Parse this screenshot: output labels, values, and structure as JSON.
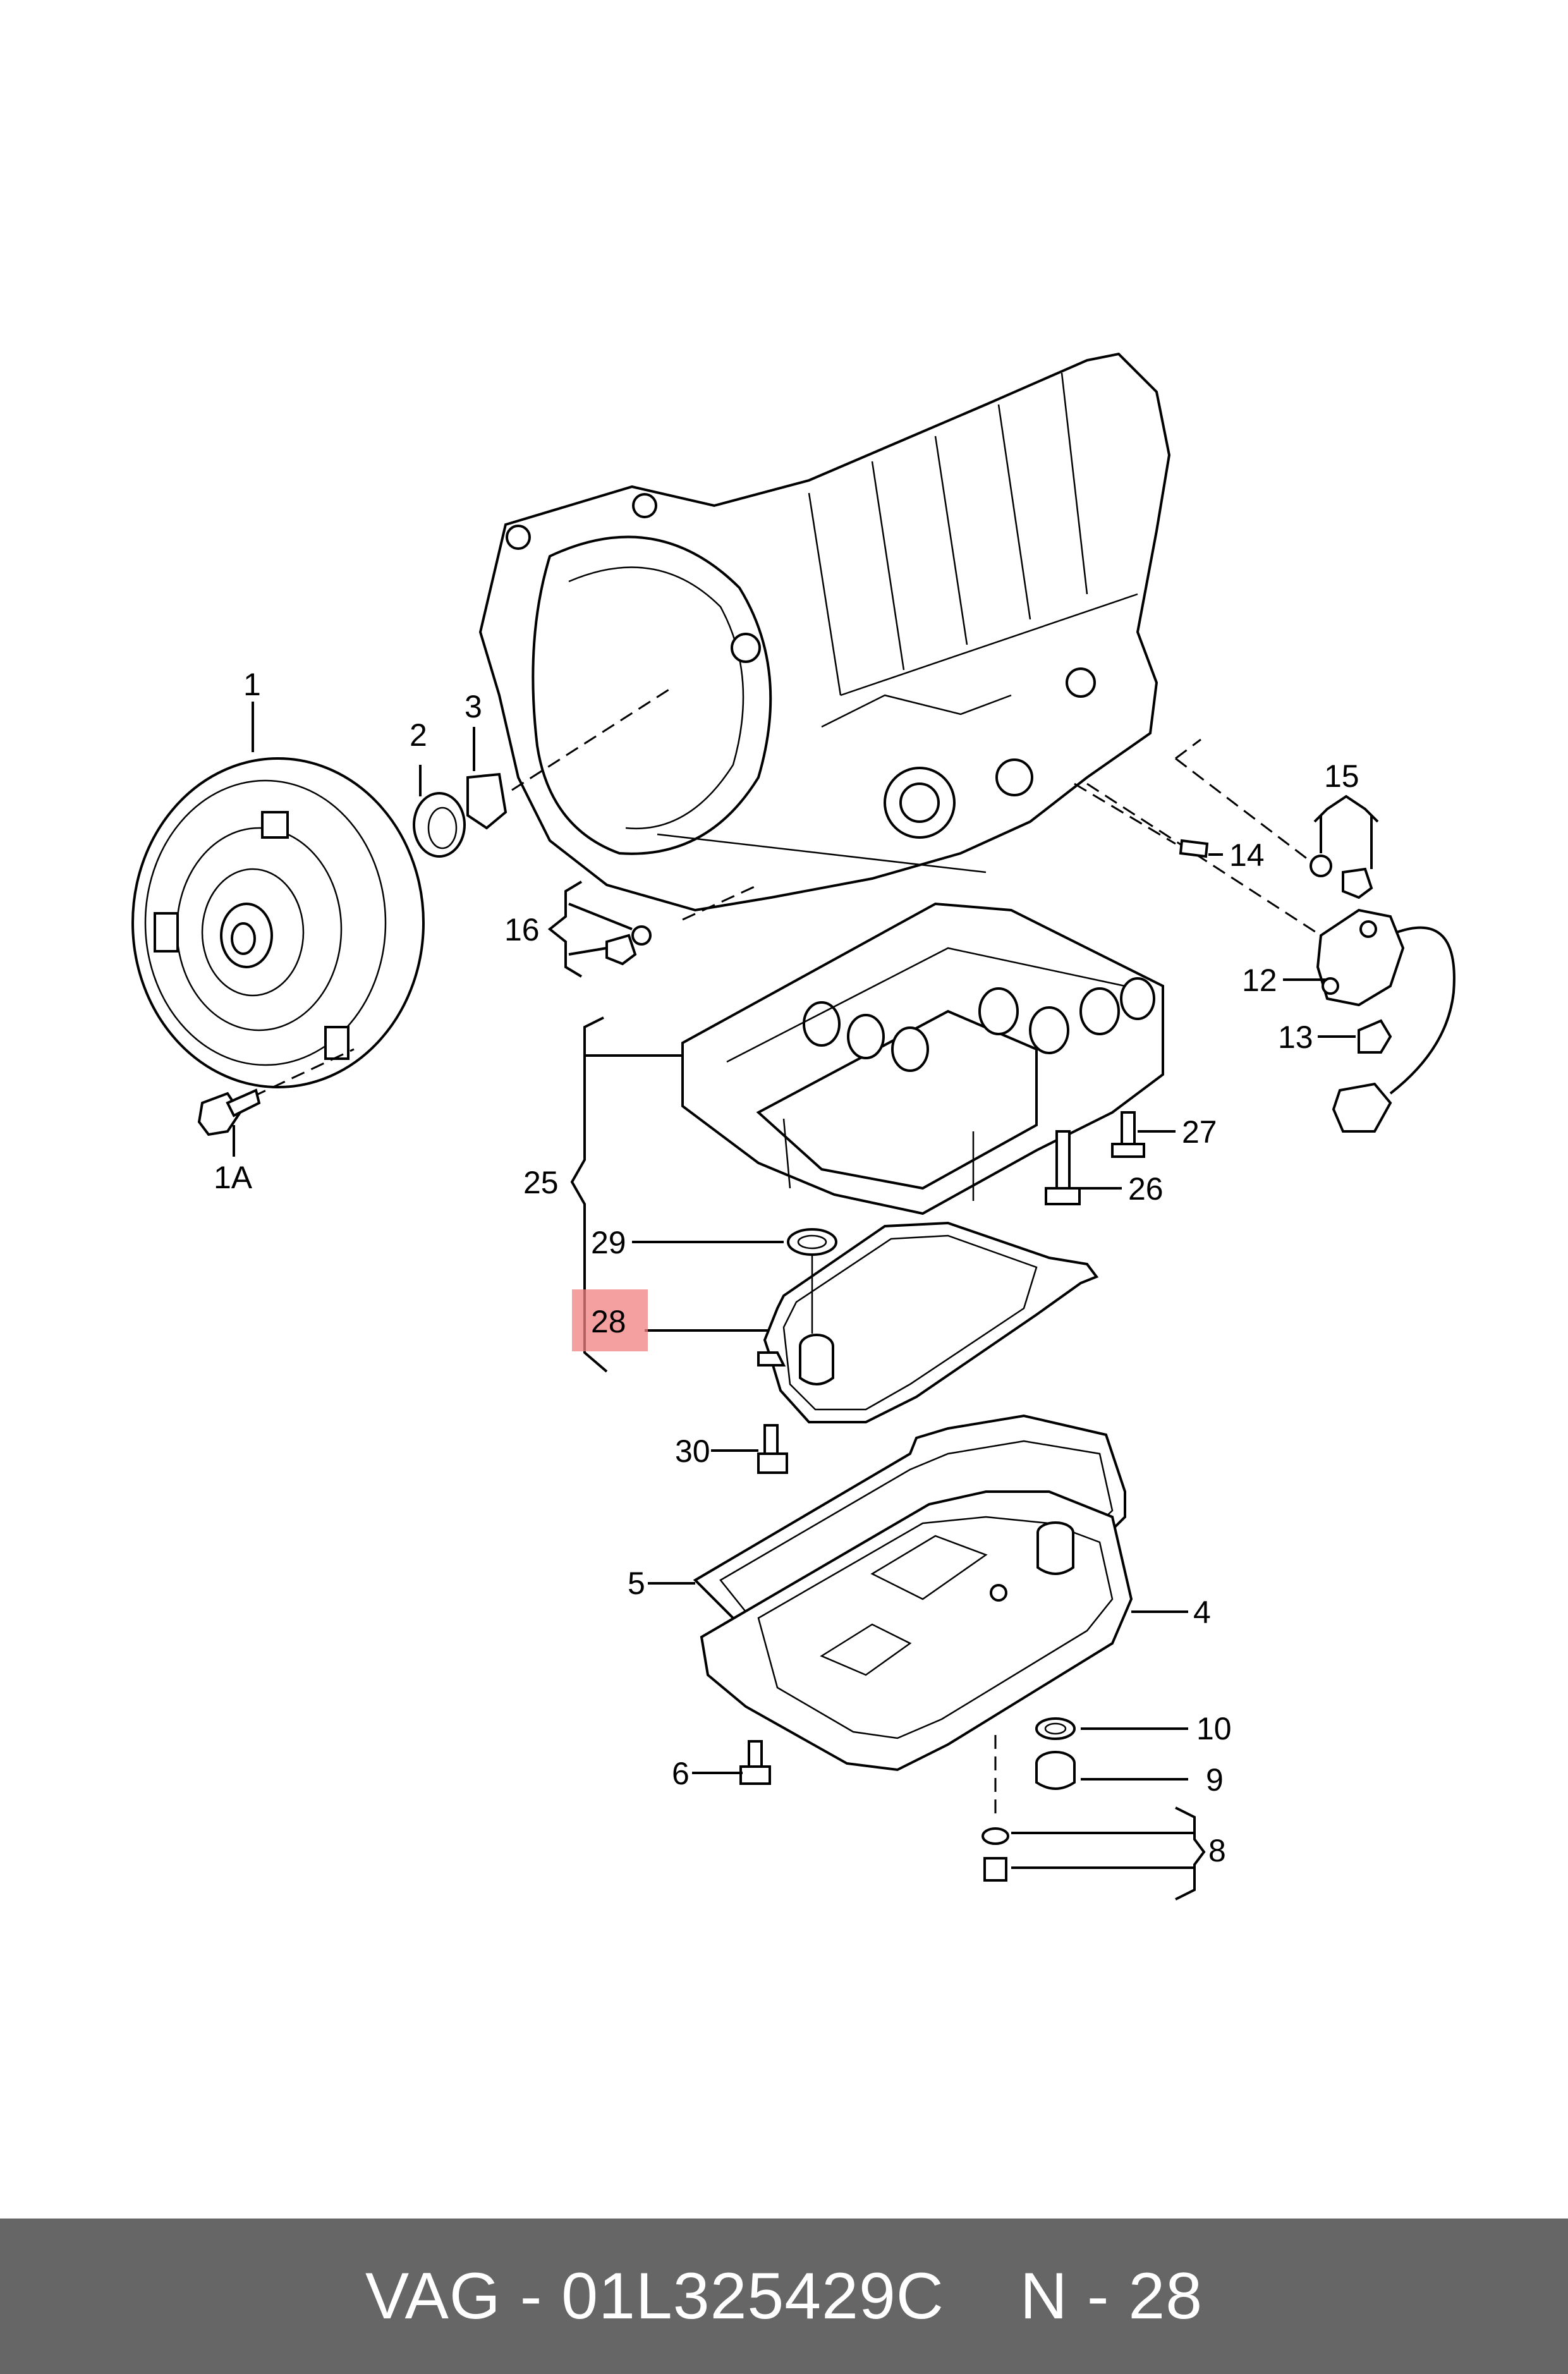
{
  "callouts": {
    "c1": "1",
    "c1a": "1A",
    "c2": "2",
    "c3": "3",
    "c4": "4",
    "c5": "5",
    "c6": "6",
    "c8": "8",
    "c9": "9",
    "c10": "10",
    "c12": "12",
    "c13": "13",
    "c14": "14",
    "c15": "15",
    "c16": "16",
    "c25": "25",
    "c26": "26",
    "c27": "27",
    "c28": "28",
    "c29": "29",
    "c30": "30"
  },
  "highlight": {
    "part": "28",
    "color": "#f08080"
  },
  "footer": {
    "part_number": "VAG - 01L325429C",
    "position": "N - 28"
  }
}
